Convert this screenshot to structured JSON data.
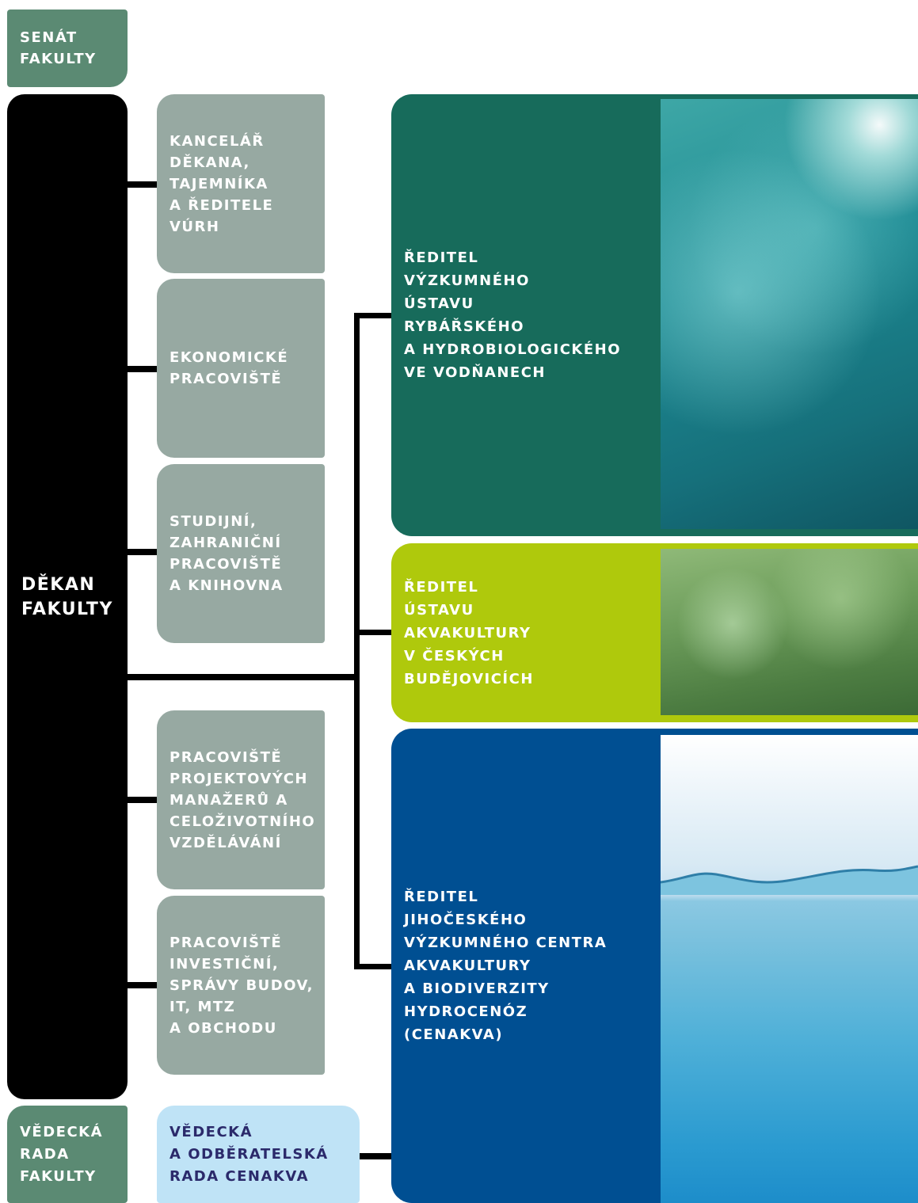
{
  "senat": [
    "SENÁT",
    "FAKULTY"
  ],
  "dekan": [
    "DĚKAN",
    "FAKULTY"
  ],
  "vedecka_rada_fakulty": [
    "VĚDECKÁ",
    "RADA",
    "FAKULTY"
  ],
  "departments": [
    [
      "KANCELÁŘ",
      "DĚKANA,",
      "TAJEMNÍKA",
      "A ŘEDITELE",
      "VÚRH"
    ],
    [
      "EKONOMICKÉ",
      "PRACOVIŠTĚ"
    ],
    [
      "STUDIJNÍ,",
      "ZAHRANIČNÍ",
      "PRACOVIŠTĚ",
      "A KNIHOVNA"
    ],
    [
      "PRACOVIŠTĚ",
      "PROJEKTOVÝCH",
      "MANAŽERŮ A",
      "CELOŽIVOTNÍHO",
      "VZDĚLÁVÁNÍ"
    ],
    [
      "PRACOVIŠTĚ",
      "INVESTIČNÍ,",
      "SPRÁVY BUDOV,",
      "IT, MTZ",
      "A OBCHODU"
    ]
  ],
  "vedecka_odberatelska_rada": [
    "VĚDECKÁ",
    "A ODBĚRATELSKÁ",
    "RADA CENAKVA"
  ],
  "units": [
    {
      "lines": [
        "ŘEDITEL",
        "VÝZKUMNÉHO",
        "ÚSTAVU",
        "RYBÁŘSKÉHO",
        "A HYDROBIOLOGICKÉHO",
        "VE VODŇANECH"
      ],
      "color": "#176b5b"
    },
    {
      "lines": [
        "ŘEDITEL",
        "ÚSTAVU",
        "AKVAKULTURY",
        "V ČESKÝCH",
        "BUDĚJOVICÍCH"
      ],
      "color": "#afc90c"
    },
    {
      "lines": [
        "ŘEDITEL",
        "JIHOČESKÉHO",
        "VÝZKUMNÉHO CENTRA",
        "AKVAKULTURY",
        "A BIODIVERZITY",
        "HYDROCENÓZ",
        "(CENAKVA)"
      ],
      "color": "#004f92"
    }
  ],
  "colors": {
    "board": "#5b8a73",
    "department": "#97a9a2",
    "dean": "#000000",
    "council": "#bfe3f6",
    "connector": "#000000"
  }
}
